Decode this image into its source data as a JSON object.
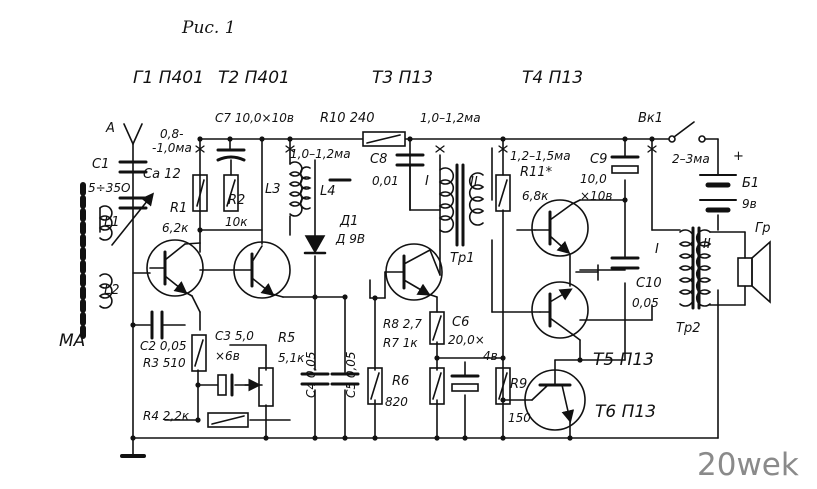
{
  "caption": "Рис. 1",
  "watermark": "20wek",
  "colors": {
    "ink": "#111111",
    "background": "#ffffff",
    "watermark": "#8a8a8a"
  },
  "transistors": {
    "t1": "Г1 П401",
    "t2": "Т2 П401",
    "t3": "Т3 П13",
    "t4": "Т4 П13",
    "t5": "Т5 П13",
    "t6": "Т6 П13"
  },
  "components": {
    "antenna": "А",
    "c1": "С1",
    "c1_value": "5÷35О",
    "ca": "Са 12",
    "l1": "L1",
    "l2": "L2",
    "ma": "МА",
    "r1": "R1",
    "r1_value": "6,2к",
    "c2": "С2 0,05",
    "r3": "R3 510",
    "r4": "R4 2,2к",
    "c7": "С7 10,0×10в",
    "current1a": "0,8-",
    "current1b": "-1,0ма",
    "r2": "R2",
    "r2_value": "10к",
    "l3": "L3",
    "c3": "С3 5,0",
    "c3_rating": "×6в",
    "r5": "R5",
    "r5_value": "5,1к",
    "current2": "1,0–1,2ма",
    "l4": "L4",
    "d1": "Д1",
    "d1_type": "Д 9В",
    "c4": "С4 0,05",
    "c5": "С5 0,05",
    "r10": "R10 240",
    "c8": "С8",
    "c8_value": "0,01",
    "current3": "1,0–1,2ма",
    "tr1": "Тр1",
    "winding_one": "I",
    "winding_two": "II",
    "r8": "R8 2,7",
    "r7": "R7 1к",
    "r6": "R6",
    "r6_value": "820",
    "c6": "С6",
    "c6_value": "20,0×",
    "c6_rating": "4в",
    "current4": "1,2–1,5ма",
    "r11": "R11*",
    "r11_value": "6,8к",
    "r9": "R9",
    "r9_value": "150",
    "c9": "С9",
    "c9_value": "10,0",
    "c9_rating": "×10в",
    "vk1": "Вк1",
    "current5": "2–3ма",
    "plus": "+",
    "b1": "Б1",
    "b1_value": "9в",
    "speaker": "Гр",
    "c10": "С10",
    "c10_value": "0,05",
    "tr2": "Тр2"
  }
}
